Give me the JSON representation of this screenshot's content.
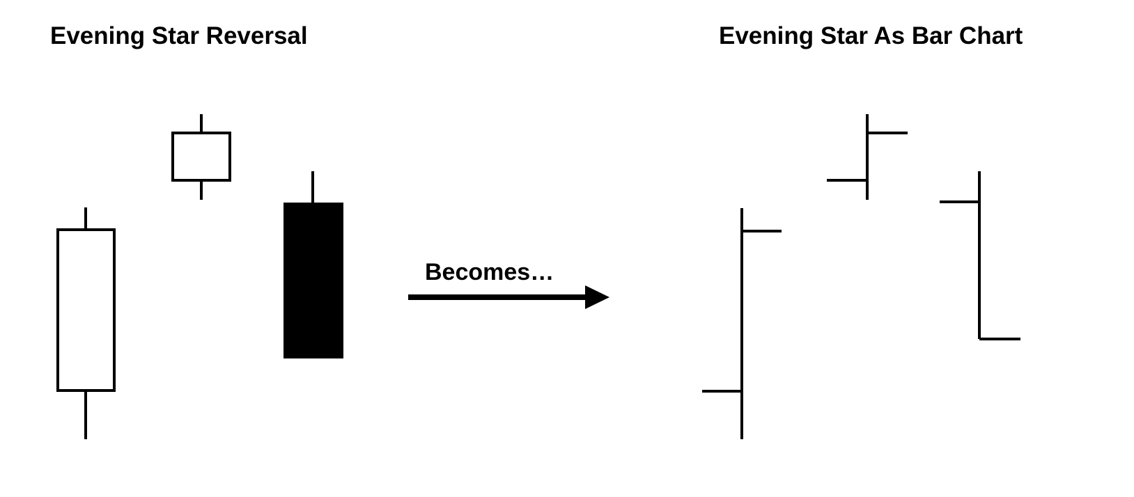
{
  "left_panel": {
    "title": "Evening Star Reversal",
    "candles": [
      {
        "name": "bullish-candle",
        "fill": "white"
      },
      {
        "name": "star-candle",
        "fill": "white"
      },
      {
        "name": "bearish-candle",
        "fill": "black"
      }
    ]
  },
  "right_panel": {
    "title": "Evening Star As Bar Chart",
    "bars": [
      {
        "name": "bar-1"
      },
      {
        "name": "bar-2"
      },
      {
        "name": "bar-3"
      }
    ]
  },
  "transition": {
    "label": "Becomes…",
    "icon": "right-arrow-icon"
  },
  "colors": {
    "ink": "#000000",
    "background": "#ffffff"
  }
}
